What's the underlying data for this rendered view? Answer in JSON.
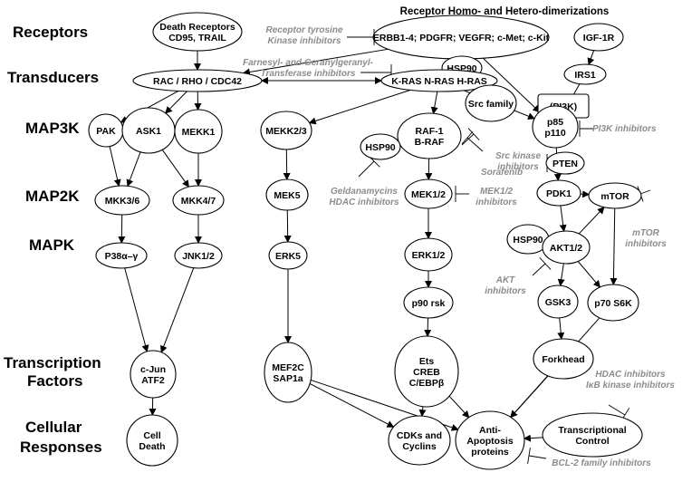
{
  "title": "Receptor Homo- and Hetero-dimerizations",
  "row_labels": {
    "receptors": "Receptors",
    "transducers": "Transducers",
    "map3k": "MAP3K",
    "map2k": "MAP2K",
    "mapk": "MAPK",
    "tf": [
      "Transcription",
      "Factors"
    ],
    "cellular": [
      "Cellular",
      "Responses"
    ]
  },
  "nodes": {
    "death_receptors": [
      "Death Receptors",
      "CD95, TRAIL"
    ],
    "erbb": [
      "ERBB1-4; PDGFR; VEGFR; c-Met; c-Kit"
    ],
    "igf1r": [
      "IGF-1R"
    ],
    "hsp90_top": [
      "HSP90"
    ],
    "irs1": [
      "IRS1"
    ],
    "rac": [
      "RAC / RHO / CDC42"
    ],
    "kras": [
      "K-RAS N-RAS H-RAS"
    ],
    "src_family": [
      "Src family"
    ],
    "pi3k": [
      "(PI3K)"
    ],
    "p85": [
      "p85",
      "p110"
    ],
    "pak": [
      "PAK"
    ],
    "ask1": [
      "ASK1"
    ],
    "mekk1": [
      "MEKK1"
    ],
    "mekk23": [
      "MEKK2/3"
    ],
    "raf": [
      "RAF-1",
      "B-RAF"
    ],
    "hsp90_mid": [
      "HSP90"
    ],
    "pten": [
      "PTEN"
    ],
    "mkk36": [
      "MKK3/6"
    ],
    "mkk47": [
      "MKK4/7"
    ],
    "mek5": [
      "MEK5"
    ],
    "mek12": [
      "MEK1/2"
    ],
    "pdk1": [
      "PDK1"
    ],
    "mtor": [
      "mTOR"
    ],
    "hsp90_akt": [
      "HSP90"
    ],
    "akt": [
      "AKT1/2"
    ],
    "p38": [
      "P38α–γ"
    ],
    "jnk": [
      "JNK1/2"
    ],
    "erk5": [
      "ERK5"
    ],
    "erk12": [
      "ERK1/2"
    ],
    "p90rsk": [
      "p90 rsk"
    ],
    "gsk3": [
      "GSK3"
    ],
    "p70s6k": [
      "p70 S6K"
    ],
    "cjun": [
      "c-Jun",
      "ATF2"
    ],
    "mef2c": [
      "MEF2C",
      "SAP1a"
    ],
    "ets": [
      "Ets",
      "CREB",
      "C/EBPβ"
    ],
    "forkhead": [
      "Forkhead"
    ],
    "cell_death": [
      "Cell",
      "Death"
    ],
    "cdks": [
      "CDKs and",
      "Cyclins"
    ],
    "anti_apop": [
      "Anti-",
      "Apoptosis",
      "proteins"
    ],
    "transcriptional": [
      "Transcriptional",
      "Control"
    ]
  },
  "inhibitors": {
    "rtk": [
      "Receptor tyrosine",
      "Kinase inhibitors"
    ],
    "farnesyl": [
      "Farnesyl- and Geranylgeranyl-",
      "Transferase inhibitors"
    ],
    "pi3k": [
      "PI3K inhibitors"
    ],
    "src": [
      "Src kinase",
      "inhibitors"
    ],
    "sorafenib": [
      "Sorafenib"
    ],
    "geldanamycins": [
      "Geldanamycins",
      "HDAC inhibitors"
    ],
    "mek12": [
      "MEK1/2",
      "inhibitors"
    ],
    "mtor": [
      "mTOR",
      "inhibitors"
    ],
    "akt": [
      "AKT",
      "inhibitors"
    ],
    "hdac": [
      "HDAC inhibitors",
      "IκB kinase inhibitors"
    ],
    "bcl2": [
      "BCL-2 family inhibitors"
    ]
  }
}
